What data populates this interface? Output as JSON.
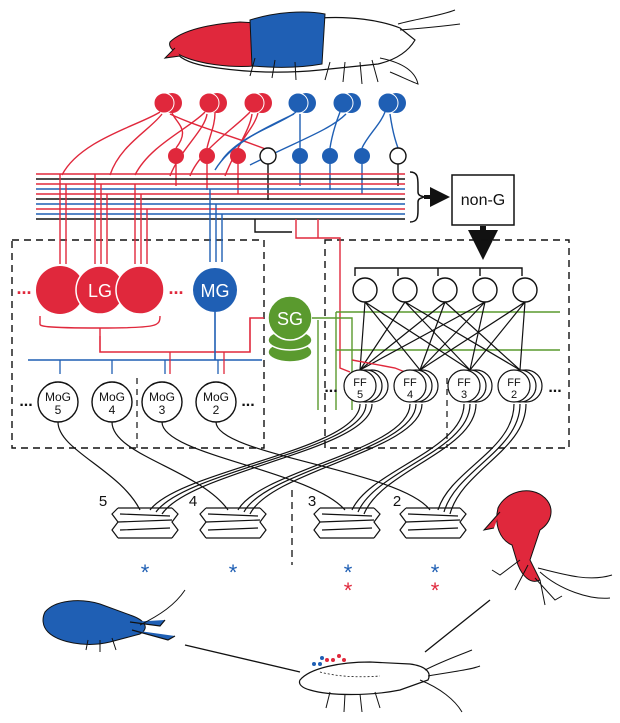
{
  "colors": {
    "lateral": "#e0283c",
    "medial": "#1f5fb4",
    "segmental": "#5a9a2e",
    "ink": "#111111"
  },
  "labels": {
    "non_g": "non-G",
    "lg": "LG",
    "mg": "MG",
    "sg": "SG",
    "mog": "MoG",
    "ff": "FF",
    "mog_5": "5",
    "mog_4": "4",
    "mog_3": "3",
    "mog_2": "2",
    "ff_5": "5",
    "ff_4": "4",
    "ff_3": "3",
    "ff_2": "2",
    "seg_5": "5",
    "seg_4": "4",
    "seg_3": "3",
    "seg_2": "2",
    "ellipsis": "...",
    "asterisk": "*"
  },
  "icons": {
    "crayfish_top": "crayfish-red-blue-icon",
    "crayfish_left": "crayfish-blue-icon",
    "crayfish_right": "crayfish-red-icon",
    "crayfish_bottom": "crayfish-white-icon"
  }
}
